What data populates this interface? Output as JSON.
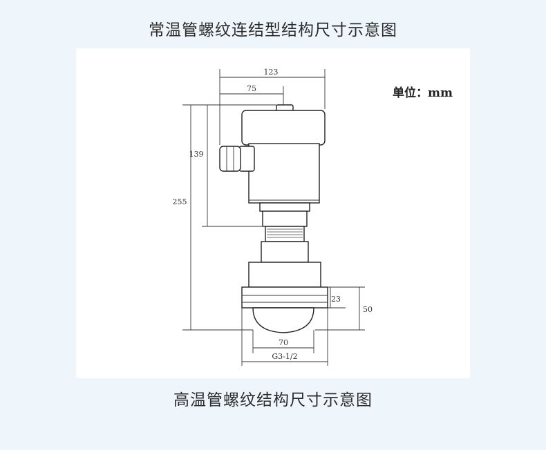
{
  "titles": {
    "top": "常温管螺纹连结型结构尺寸示意图",
    "bottom": "高温管螺纹结构尺寸示意图"
  },
  "unit_label": "单位：mm",
  "dimensions": {
    "overall_width": "123",
    "center_offset": "75",
    "head_height": "139",
    "total_height": "255",
    "thread_height": "23",
    "flange_height": "50",
    "dome_diameter": "70",
    "thread_spec": "G3-1/2"
  },
  "colors": {
    "background": "#eef6fb",
    "line": "#222222"
  }
}
